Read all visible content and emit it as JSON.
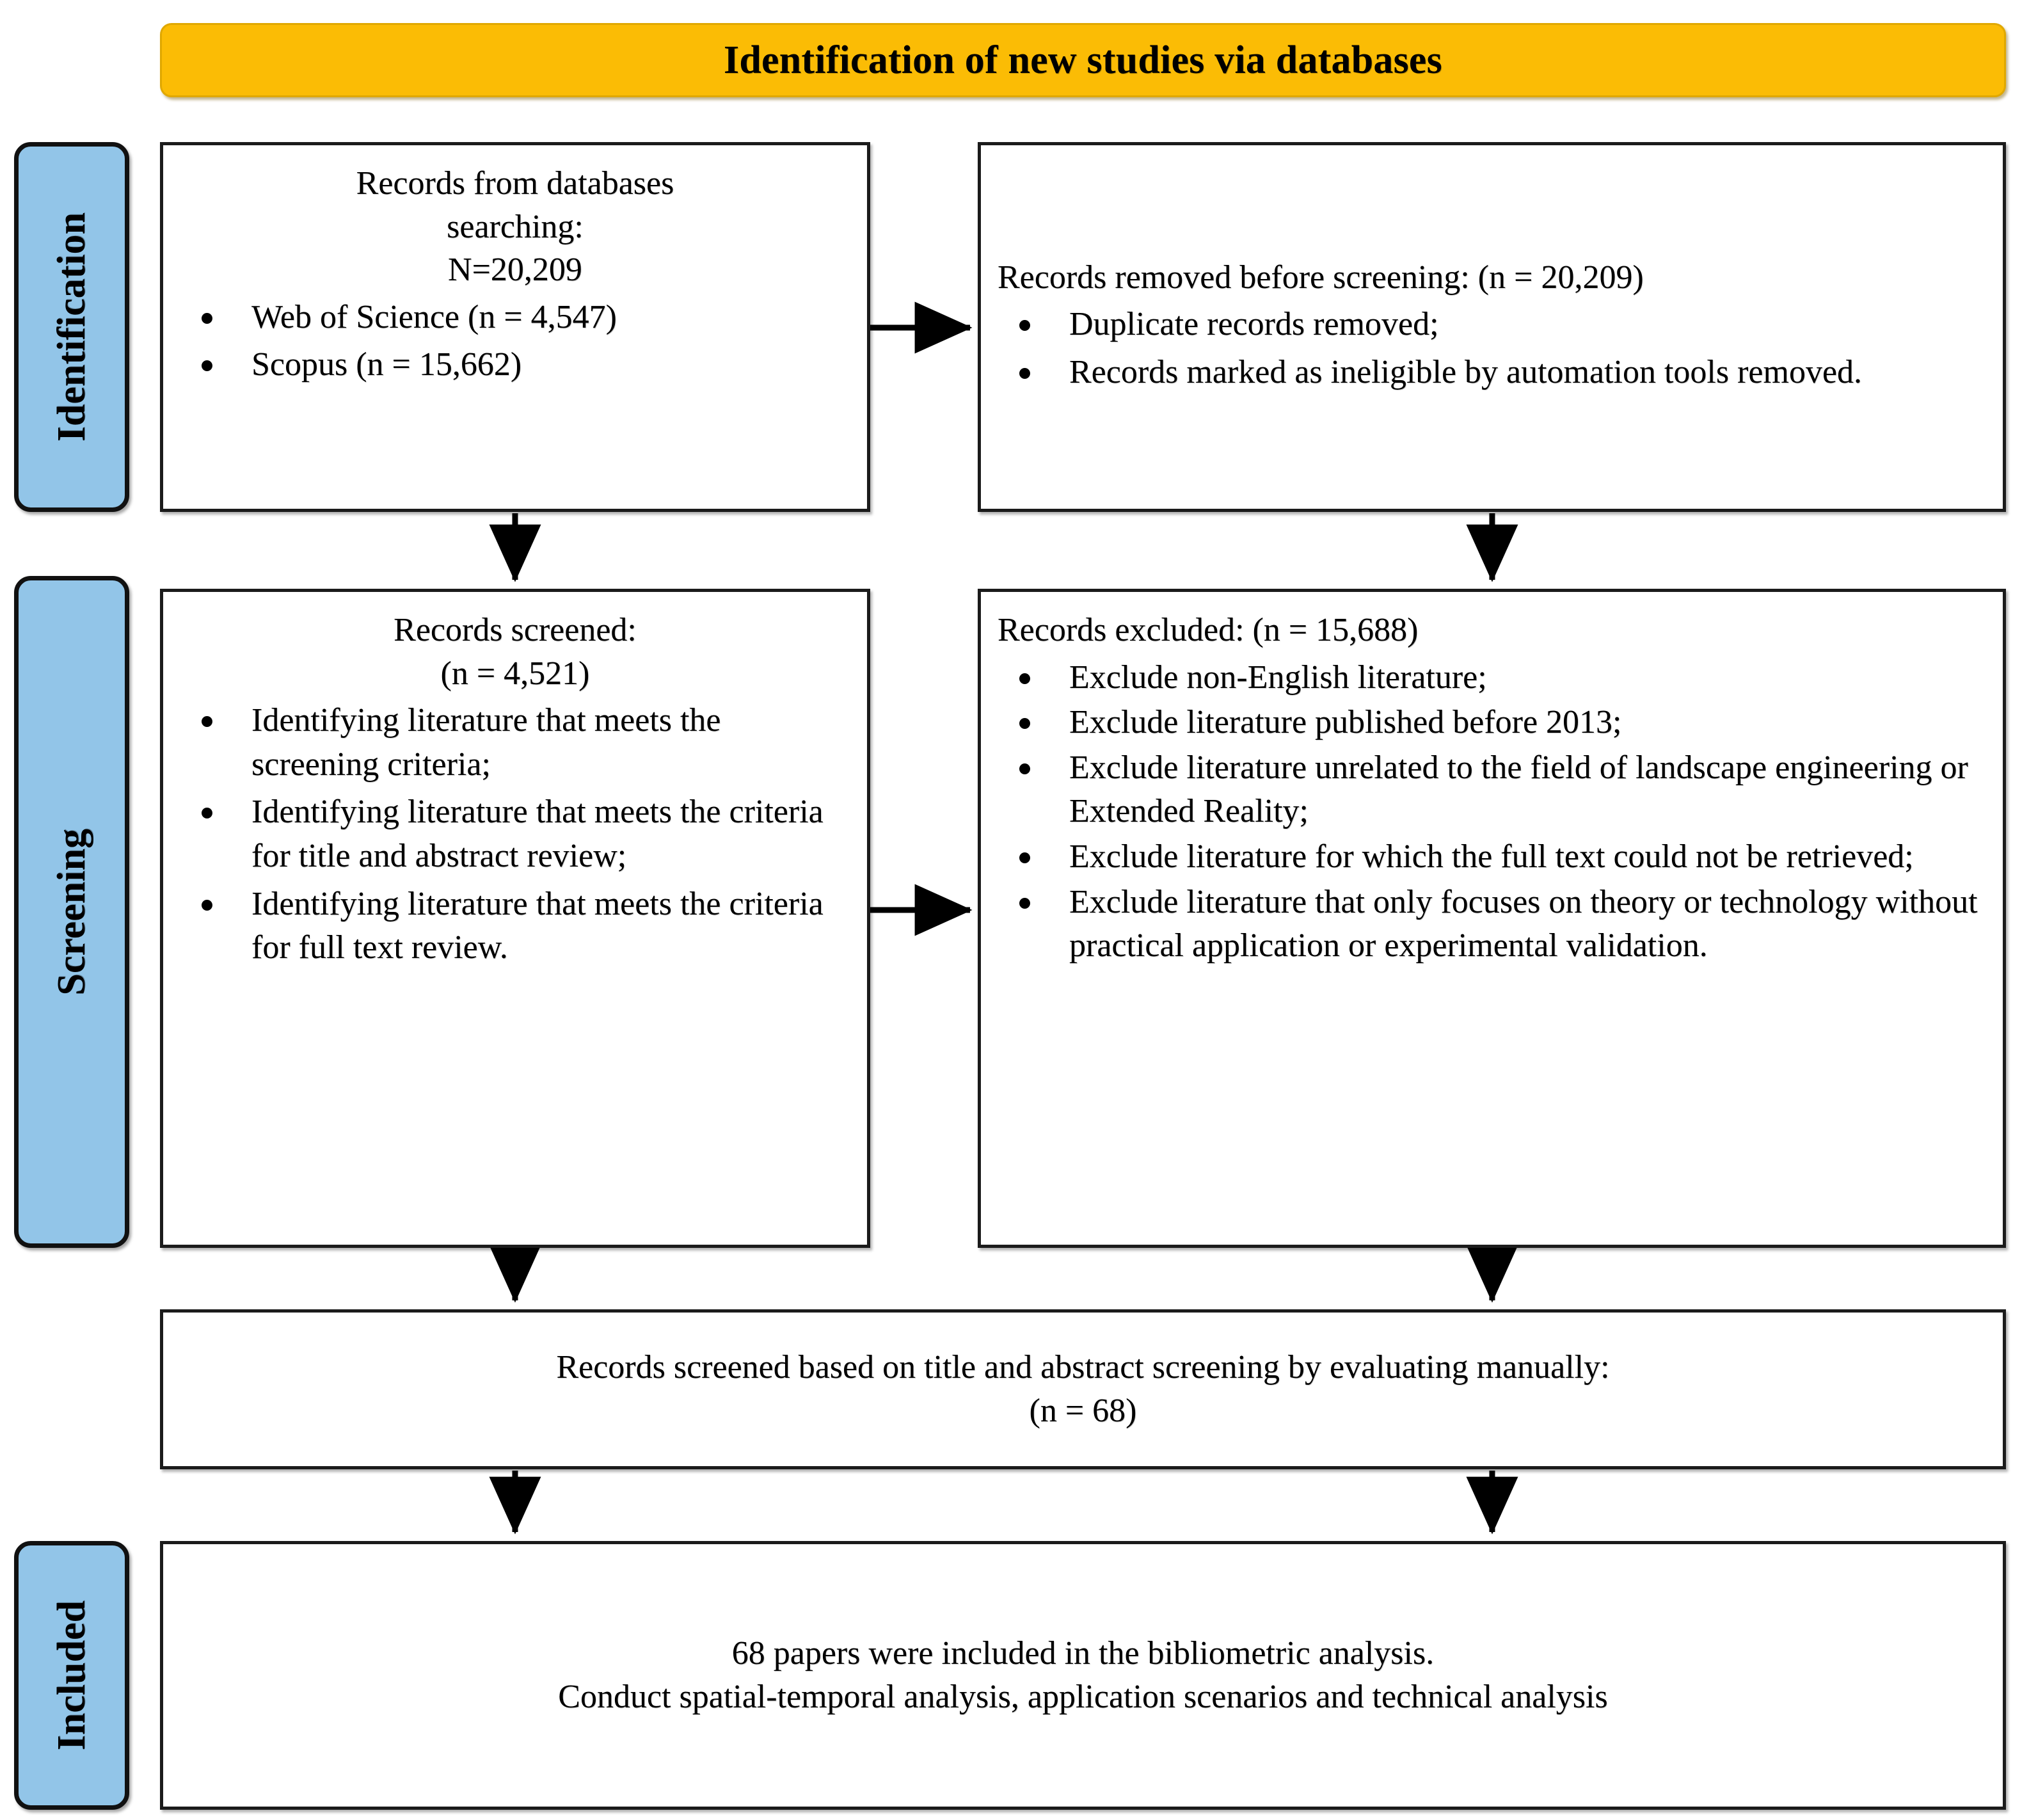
{
  "banner": {
    "title": "Identification of new studies via databases",
    "color": "#FBBC05"
  },
  "stages": {
    "identification": "Identification",
    "screening": "Screening",
    "included": "Included",
    "color": "#92C5E8"
  },
  "boxes": {
    "records_databases": {
      "heading_line1": "Records from databases",
      "heading_line2": "searching:",
      "heading_line3": "N=20,209",
      "bullets": [
        "Web of Science (n = 4,547)",
        "Scopus (n = 15,662)"
      ]
    },
    "records_removed": {
      "heading": "Records removed before screening: (n = 20,209)",
      "bullets": [
        "Duplicate records removed;",
        "Records marked as ineligible by automation tools removed."
      ]
    },
    "records_screened": {
      "heading_line1": "Records screened:",
      "heading_line2": "(n = 4,521)",
      "bullets": [
        "Identifying literature that meets the screening criteria;",
        "Identifying literature that meets the criteria for title and abstract review;",
        "Identifying literature that meets the criteria for full text review."
      ]
    },
    "records_excluded": {
      "heading": "Records excluded: (n = 15,688)",
      "bullets": [
        "Exclude non-English literature;",
        "Exclude literature published before 2013;",
        "Exclude literature unrelated to the field of landscape engineering or Extended Reality;",
        "Exclude literature for which the full text could not be retrieved;",
        "Exclude literature that only focuses on theory or technology without practical application or experimental validation."
      ]
    },
    "title_abstract": {
      "line1": "Records screened based on title and abstract screening by evaluating manually:",
      "line2": "(n = 68)"
    },
    "included_final": {
      "line1": "68 papers were included in the bibliometric analysis.",
      "line2": "Conduct spatial-temporal analysis, application scenarios and technical analysis"
    }
  },
  "connectors": [
    {
      "name": "databases-to-removed",
      "type": "arrow-right"
    },
    {
      "name": "databases-to-screened",
      "type": "arrow-down"
    },
    {
      "name": "removed-to-excluded",
      "type": "arrow-down"
    },
    {
      "name": "screened-to-excluded",
      "type": "arrow-right"
    },
    {
      "name": "screened-to-title-abstract",
      "type": "arrow-down"
    },
    {
      "name": "excluded-to-title-abstract",
      "type": "arrow-down"
    },
    {
      "name": "title-abstract-to-included-left",
      "type": "arrow-down"
    },
    {
      "name": "title-abstract-to-included-right",
      "type": "arrow-down"
    }
  ]
}
